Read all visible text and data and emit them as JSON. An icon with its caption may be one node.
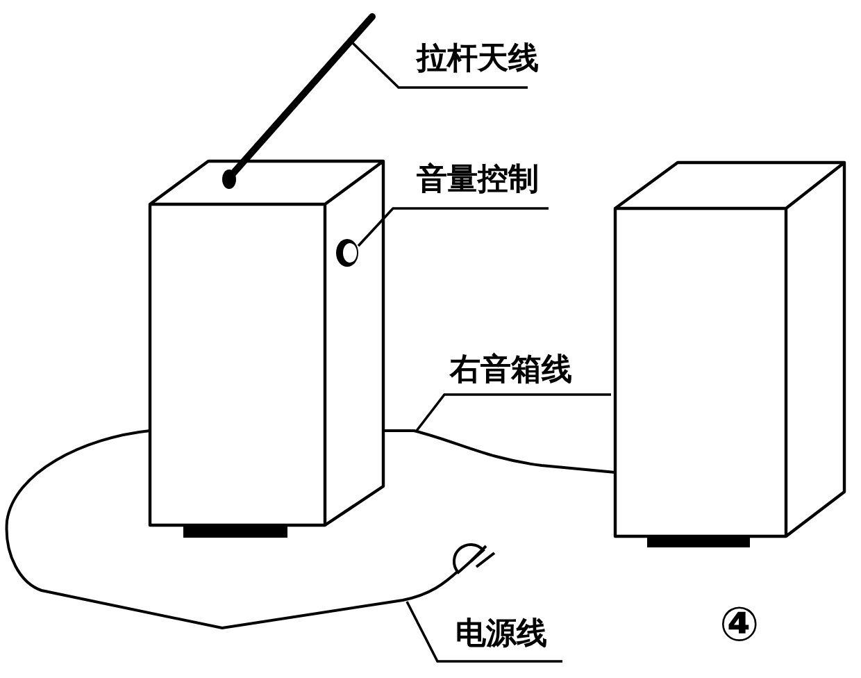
{
  "diagram": {
    "nodes": [
      {
        "text": [],
        "shape": "box"
      },
      {
        "text": [],
        "shape": "box"
      },
      {
        "text": [],
        "shape": "picture"
      },
      {
        "text": [],
        "shape": "circle",
        "in": 0
      },
      {
        "text": [],
        "shape": "picture"
      },
      {
        "text": [
          "拉杆天线"
        ]
      },
      {
        "text": [
          "音量控制"
        ]
      },
      {
        "text": [
          "右音箱线"
        ]
      },
      {
        "text": [
          "电源线"
        ]
      }
    ],
    "edges": [
      {
        "from": 0,
        "to": 1,
        "arrow": "none"
      },
      {
        "from": 0,
        "to": 4,
        "arrow": "none"
      },
      {
        "from": 5,
        "to": 2,
        "arrow": "none"
      },
      {
        "from": 6,
        "to": 3,
        "arrow": "none"
      },
      {
        "from": 7,
        "to": null,
        "arrow": "none"
      },
      {
        "from": 8,
        "to": null,
        "arrow": "none"
      }
    ],
    "labels": [
      "④"
    ]
  }
}
